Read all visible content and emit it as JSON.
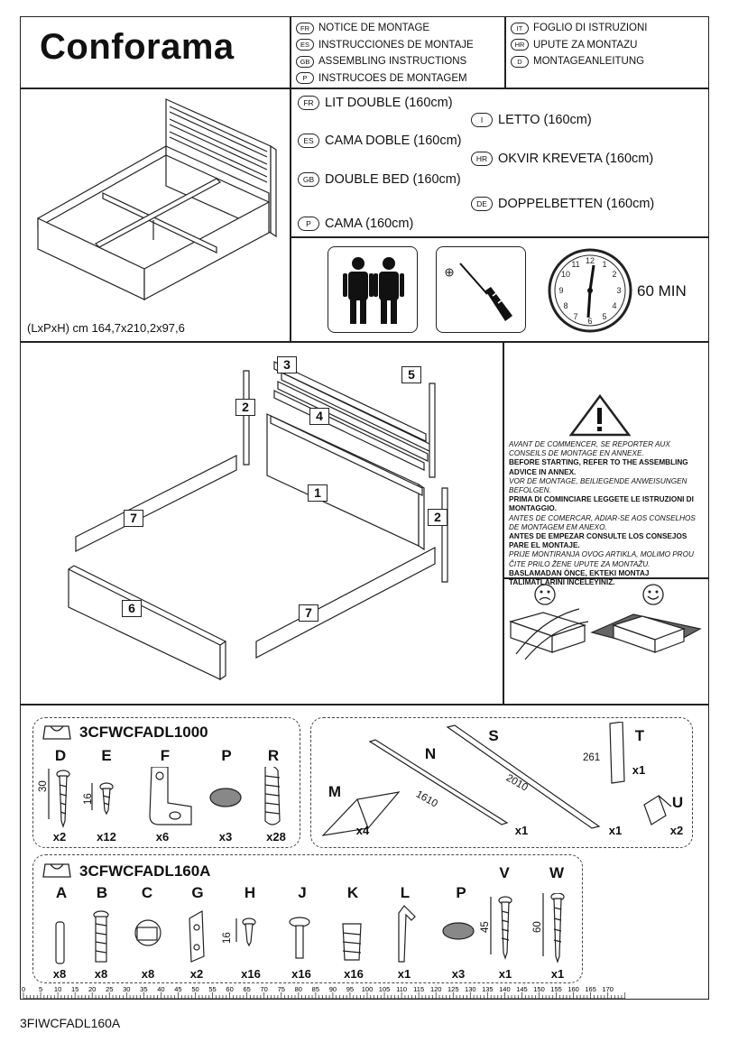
{
  "brand": "Conforama",
  "headers_left": [
    {
      "code": "FR",
      "text": "NOTICE DE MONTAGE"
    },
    {
      "code": "ES",
      "text": "INSTRUCCIONES DE MONTAJE"
    },
    {
      "code": "GB",
      "text": "ASSEMBLING INSTRUCTIONS"
    },
    {
      "code": "P",
      "text": "INSTRUCOES DE MONTAGEM"
    }
  ],
  "headers_right": [
    {
      "code": "IT",
      "text": "FOGLIO DI ISTRUZIONI"
    },
    {
      "code": "HR",
      "text": "UPUTE ZA MONTAZU"
    },
    {
      "code": "D",
      "text": "MONTAGEANLEITUNG"
    }
  ],
  "titles": [
    {
      "code": "FR",
      "text": "LIT DOUBLE (160cm)"
    },
    {
      "code": "I",
      "text": "LETTO (160cm)"
    },
    {
      "code": "ES",
      "text": "CAMA DOBLE (160cm)"
    },
    {
      "code": "HR",
      "text": "OKVIR KREVETA (160cm)"
    },
    {
      "code": "GB",
      "text": "DOUBLE BED (160cm)"
    },
    {
      "code": "DE",
      "text": "DOPPELBETTEN (160cm)"
    },
    {
      "code": "P",
      "text": "CAMA (160cm)"
    }
  ],
  "dimensions": "(LxPxH)   cm 164,7x210,2x97,6",
  "time": "60 MIN",
  "warning": [
    {
      "style": "i",
      "text": "AVANT DE COMMENCER, SE REPORTER AUX CONSEILS DE MONTAGE EN ANNEXE."
    },
    {
      "style": "b",
      "text": "BEFORE STARTING, REFER TO THE ASSEMBLING ADVICE IN ANNEX."
    },
    {
      "style": "i",
      "text": "VOR DE MONTAGE, BEILIEGENDE ANWEISUNGEN BEFOLGEN."
    },
    {
      "style": "b",
      "text": "PRIMA DI COMINCIARE LEGGETE LE ISTRUZIONI DI MONTAGGIO."
    },
    {
      "style": "i",
      "text": "ANTES DE COMERCAR, ADIAR-SE AOS CONSELHOS DE MONTAGEM EM ANEXO."
    },
    {
      "style": "b",
      "text": "ANTES DE EMPEZAR CONSULTE LOS CONSEJOS PARE EL MONTAJE."
    },
    {
      "style": "i",
      "text": "PRIJE MONTIRANJA OVOG ARTIKLA, MOLIMO PROU ČITE PRILO ŽENE UPUTE ZA MONTAŽU."
    },
    {
      "style": "b",
      "text": "BASLAMADAN ÖNCE, EKTEKI MONTAJ TALIMATLARINI INCELEYINIZ."
    }
  ],
  "part_labels": [
    "1",
    "2",
    "2",
    "3",
    "4",
    "5",
    "6",
    "7",
    "7"
  ],
  "kit1": {
    "name": "3CFWCFADL1000",
    "parts": [
      {
        "letter": "D",
        "qty": "x2",
        "len": "30"
      },
      {
        "letter": "E",
        "qty": "x12",
        "len": "16"
      },
      {
        "letter": "F",
        "qty": "x6"
      },
      {
        "letter": "P",
        "qty": "x3"
      },
      {
        "letter": "R",
        "qty": "x28"
      }
    ]
  },
  "kit_long": {
    "S": {
      "letter": "S",
      "qty": "x1",
      "len": "2010"
    },
    "N": {
      "letter": "N",
      "qty": "x1",
      "len": "1610"
    },
    "M": {
      "letter": "M",
      "qty": "x4"
    },
    "T": {
      "letter": "T",
      "qty": "x1",
      "len": "261"
    },
    "U": {
      "letter": "U",
      "qty": "x2"
    }
  },
  "kit2": {
    "name": "3CFWCFADL160A",
    "parts": [
      {
        "letter": "A",
        "qty": "x8"
      },
      {
        "letter": "B",
        "qty": "x8"
      },
      {
        "letter": "C",
        "qty": "x8"
      },
      {
        "letter": "G",
        "qty": "x2"
      },
      {
        "letter": "H",
        "qty": "x16",
        "len": "16"
      },
      {
        "letter": "J",
        "qty": "x16"
      },
      {
        "letter": "K",
        "qty": "x16"
      },
      {
        "letter": "L",
        "qty": "x1"
      },
      {
        "letter": "P",
        "qty": "x3"
      },
      {
        "letter": "V",
        "qty": "x1",
        "len": "45"
      },
      {
        "letter": "W",
        "qty": "x1",
        "len": "60"
      }
    ]
  },
  "ruler_labels": [
    "0",
    "5",
    "10",
    "15",
    "20",
    "25",
    "30",
    "35",
    "40",
    "45",
    "50",
    "55",
    "60",
    "65",
    "70",
    "75",
    "80",
    "85",
    "90",
    "95",
    "100",
    "105",
    "110",
    "115",
    "120",
    "125",
    "130",
    "135",
    "140",
    "145",
    "150",
    "155",
    "160",
    "165",
    "170"
  ],
  "doc_ref": "3FIWCFADL160A"
}
